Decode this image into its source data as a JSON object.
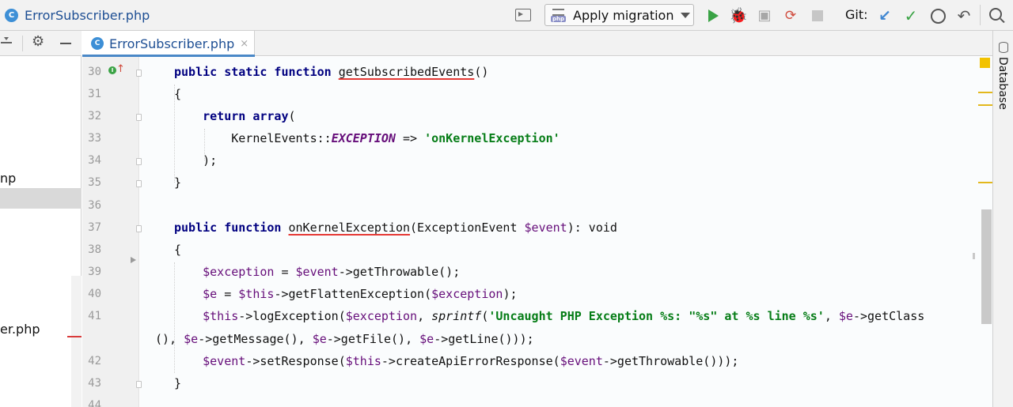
{
  "window": {
    "file_title": "ErrorSubscriber.php",
    "file_type_icon_letter": "C"
  },
  "toolbar": {
    "run_config_label": "Apply migration",
    "run_config_badge": "php",
    "git_label": "Git:",
    "icons": [
      "run-config-icon",
      "play-icon",
      "bug-icon",
      "coverage-icon",
      "profile-icon",
      "stop-icon",
      "git-update-icon",
      "git-commit-icon",
      "git-history-icon",
      "git-rollback-icon",
      "search-icon"
    ]
  },
  "project_panel": {
    "items": [
      {
        "label": "np"
      },
      {
        "label": "er.php"
      }
    ]
  },
  "editor": {
    "tab_label": "ErrorSubscriber.php",
    "tab_close": "×",
    "line_numbers": [
      "30",
      "31",
      "32",
      "33",
      "34",
      "35",
      "36",
      "37",
      "38",
      "39",
      "40",
      "41",
      "",
      "42",
      "43",
      "44"
    ]
  },
  "right_panel": {
    "database_label": "Database"
  },
  "colors": {
    "keyword": "#000080",
    "variable": "#660e7a",
    "string": "#067d17",
    "error_underline": "#e53935",
    "warning_marker": "#f2c200"
  }
}
